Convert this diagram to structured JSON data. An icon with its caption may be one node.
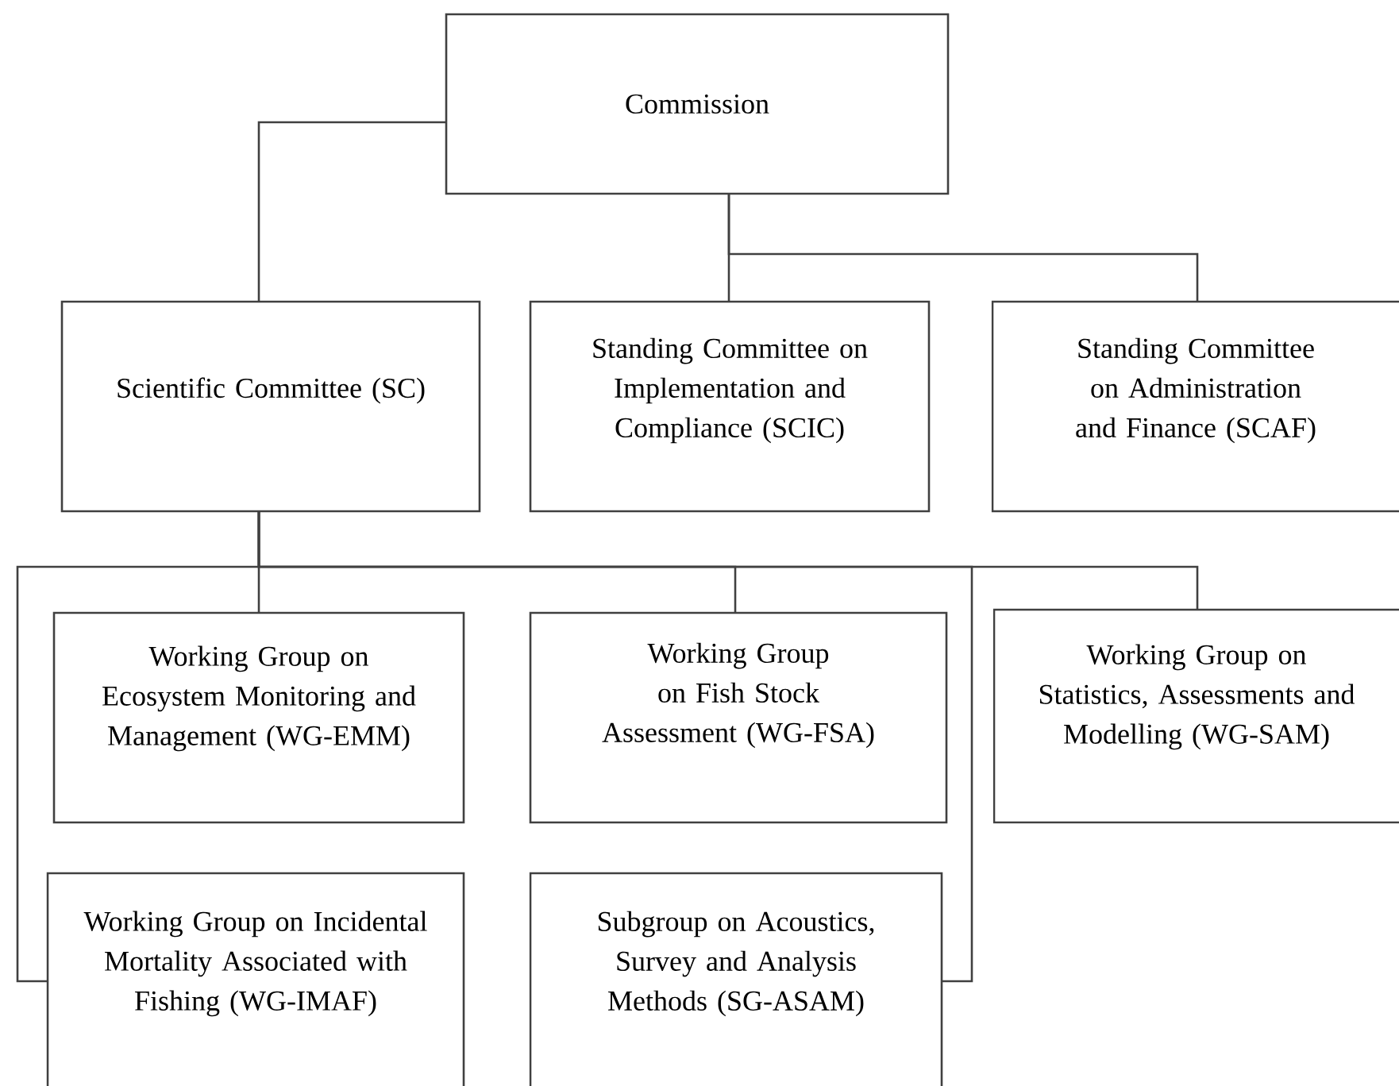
{
  "diagram": {
    "nodes": [
      {
        "text": [
          "Commission"
        ]
      },
      {
        "text": [
          "Scientific Committee (SC)"
        ]
      },
      {
        "text": [
          "Standing Committee on Implementation and Compliance (SCIC)"
        ]
      },
      {
        "text": [
          "Standing Committee on Administration and Finance (SCAF)"
        ]
      },
      {
        "text": [
          "Working Group on Ecosystem Monitoring and Management (WG-EMM)"
        ]
      },
      {
        "text": [
          "Working Group on Fish Stock Assessment (WG-FSA)"
        ]
      },
      {
        "text": [
          "Working Group on Statistics, Assessments and Modelling (WG-SAM)"
        ]
      },
      {
        "text": [
          "Working Group on Incidental Mortality Associated with Fishing (WG-IMAF)"
        ]
      },
      {
        "text": [
          "Subgroup on Acoustics, Survey and Analysis Methods (SG-ASAM)"
        ]
      }
    ],
    "edges": [
      {
        "from": 0,
        "to": 1,
        "arrow": "none"
      },
      {
        "from": 0,
        "to": 2,
        "arrow": "none"
      },
      {
        "from": 0,
        "to": 3,
        "arrow": "none"
      },
      {
        "from": 1,
        "to": 4,
        "arrow": "none"
      },
      {
        "from": 1,
        "to": 5,
        "arrow": "none"
      },
      {
        "from": 1,
        "to": 6,
        "arrow": "none"
      },
      {
        "from": 1,
        "to": 7,
        "arrow": "none"
      },
      {
        "from": 1,
        "to": 8,
        "arrow": "none"
      }
    ]
  }
}
